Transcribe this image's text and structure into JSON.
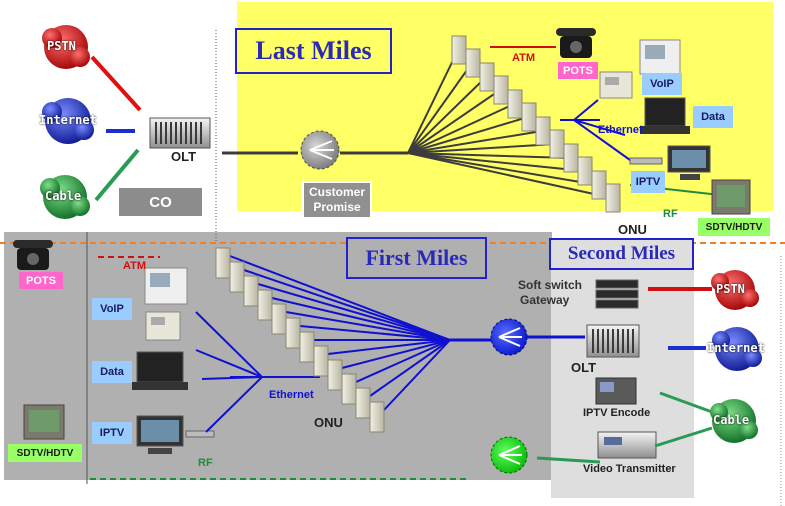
{
  "titles": {
    "last_miles": "Last Miles",
    "first_miles": "First Miles",
    "second_miles": "Second Miles"
  },
  "sources_top": {
    "pstn": "PSTN",
    "internet": "Internet",
    "cable": "Cable"
  },
  "sources_right": {
    "pstn": "PSTN",
    "internet": "Internet",
    "cable": "Cable"
  },
  "labels": {
    "olt_top": "OLT",
    "co": "CO",
    "customer_promise_line1": "Customer",
    "customer_promise_line2": "Promise",
    "atm_top": "ATM",
    "pots_top": "POTS",
    "voip_top": "VoIP",
    "ethernet_top": "Ethernet",
    "data_top": "Data",
    "iptv_top": "IPTV",
    "rf_top": "RF",
    "onu_top": "ONU",
    "sdtv_top": "SDTV/HDTV",
    "pots_left": "POTS",
    "sdtv_left": "SDTV/HDTV",
    "atm_bottom": "ATM",
    "voip_bottom": "VoIP",
    "data_bottom": "Data",
    "iptv_bottom": "IPTV",
    "ethernet_bottom": "Ethernet",
    "rf_bottom": "RF",
    "onu_bottom": "ONU",
    "softswitch_line1": "Soft switch",
    "softswitch_line2": "Gateway",
    "olt_bottom": "OLT",
    "iptv_encode": "IPTV Encode",
    "video_transmitter": "Video Transmitter"
  },
  "colors": {
    "yellow_panel": "#ffff66",
    "gray_panel": "#b0b0b0",
    "light_panel": "#dedede",
    "pstn_red": "#d01010",
    "internet_blue": "#1a2fd0",
    "cable_green": "#1e8c3a",
    "fiber_blue": "#1010d0",
    "title_blue": "#2a2ab8",
    "label_box_pink": "#ff66cc",
    "label_box_cyan": "#99ccff",
    "label_box_green": "#99ff66",
    "divider_orange": "#f08020"
  }
}
